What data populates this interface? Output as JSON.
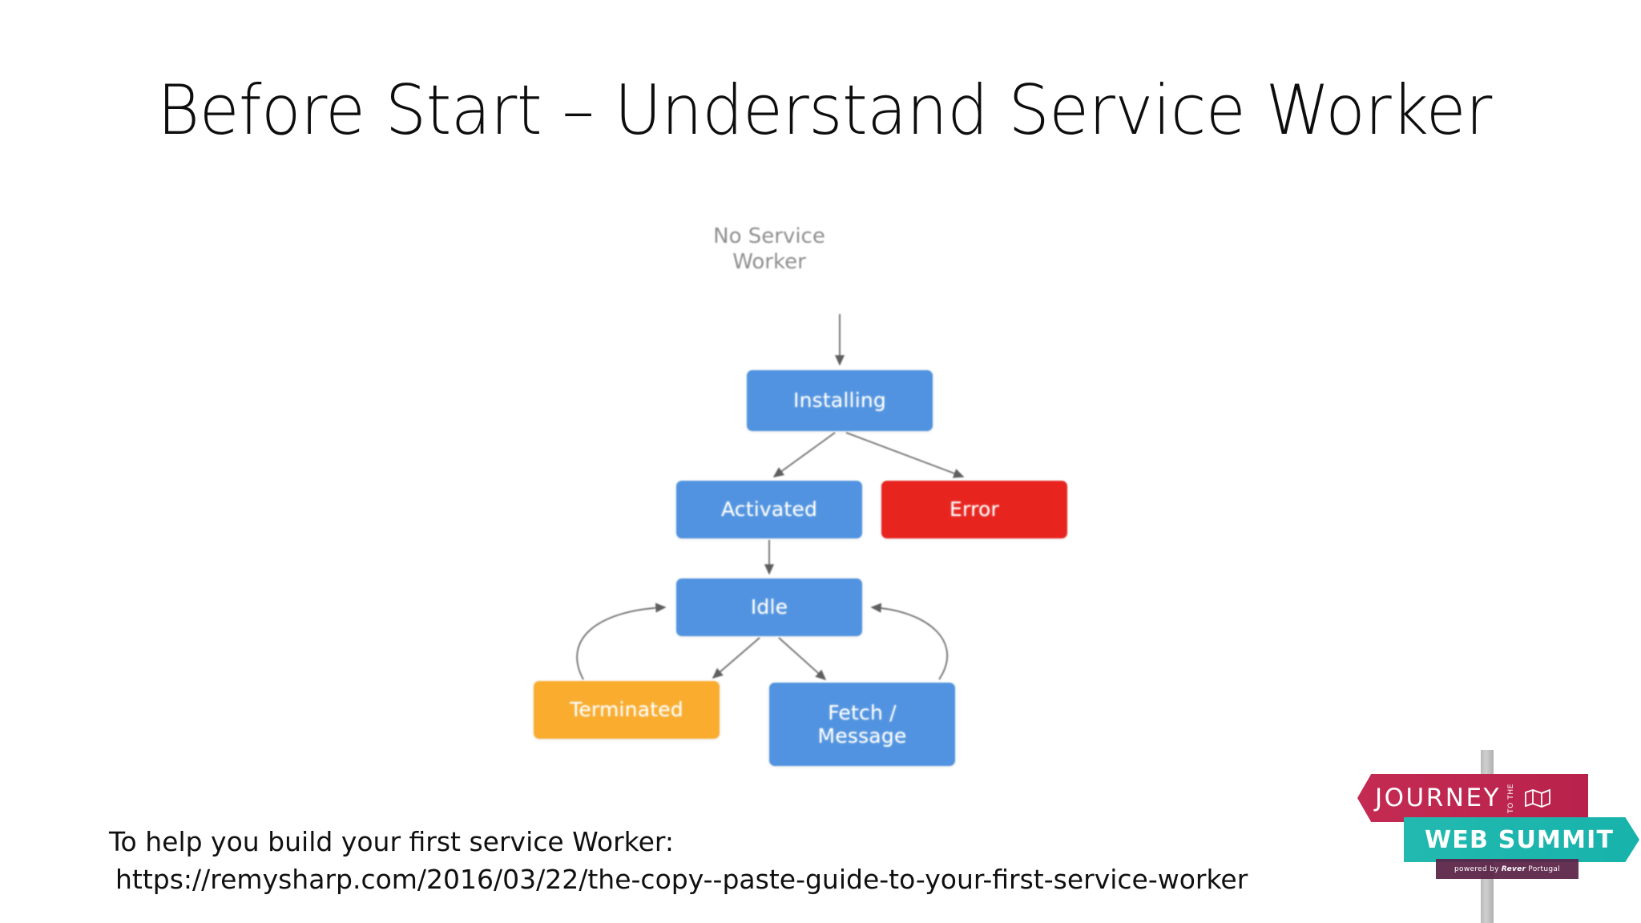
{
  "slide": {
    "title": "Before Start – Understand Service Worker",
    "background_color": "#ffffff"
  },
  "diagram": {
    "name": "service-worker-lifecycle",
    "entry_label": "No Service Worker",
    "nodes": [
      {
        "id": "installing",
        "label": "Installing",
        "color": "#4a90e2",
        "kind": "state"
      },
      {
        "id": "activated",
        "label": "Activated",
        "color": "#4a90e2",
        "kind": "state"
      },
      {
        "id": "error",
        "label": "Error",
        "color": "#ed1c16",
        "kind": "error"
      },
      {
        "id": "idle",
        "label": "Idle",
        "color": "#4a90e2",
        "kind": "state"
      },
      {
        "id": "terminated",
        "label": "Terminated",
        "color": "#fbaa24",
        "kind": "terminal"
      },
      {
        "id": "fetch",
        "label": "Fetch /\nMessage",
        "label_line1": "Fetch /",
        "label_line2": "Message",
        "color": "#4a90e2",
        "kind": "state"
      }
    ],
    "edges": [
      {
        "from": "No Service Worker",
        "to": "Installing"
      },
      {
        "from": "Installing",
        "to": "Activated"
      },
      {
        "from": "Installing",
        "to": "Error"
      },
      {
        "from": "Activated",
        "to": "Idle"
      },
      {
        "from": "Idle",
        "to": "Terminated"
      },
      {
        "from": "Idle",
        "to": "Fetch / Message"
      },
      {
        "from": "Terminated",
        "to": "Idle"
      },
      {
        "from": "Fetch / Message",
        "to": "Idle"
      }
    ],
    "arrow_color": "#6f6f6f"
  },
  "footer": {
    "line1": "To help you build your first service Worker:",
    "line2": "https://remysharp.com/2016/03/22/the-copy--paste-guide-to-your-first-service-worker"
  },
  "logo": {
    "name": "journey-to-the-web-summit",
    "top_word": "JOURNEY",
    "top_small": "TO THE",
    "bottom_word": "WEB SUMMIT",
    "powered_prefix": "powered by",
    "powered_brand": "Rever",
    "powered_suffix": "Portugal",
    "colors": {
      "top": "#c42b53",
      "bottom": "#1fb7ae",
      "strip": "#5b2347",
      "pole": "#bdbdbd"
    }
  }
}
